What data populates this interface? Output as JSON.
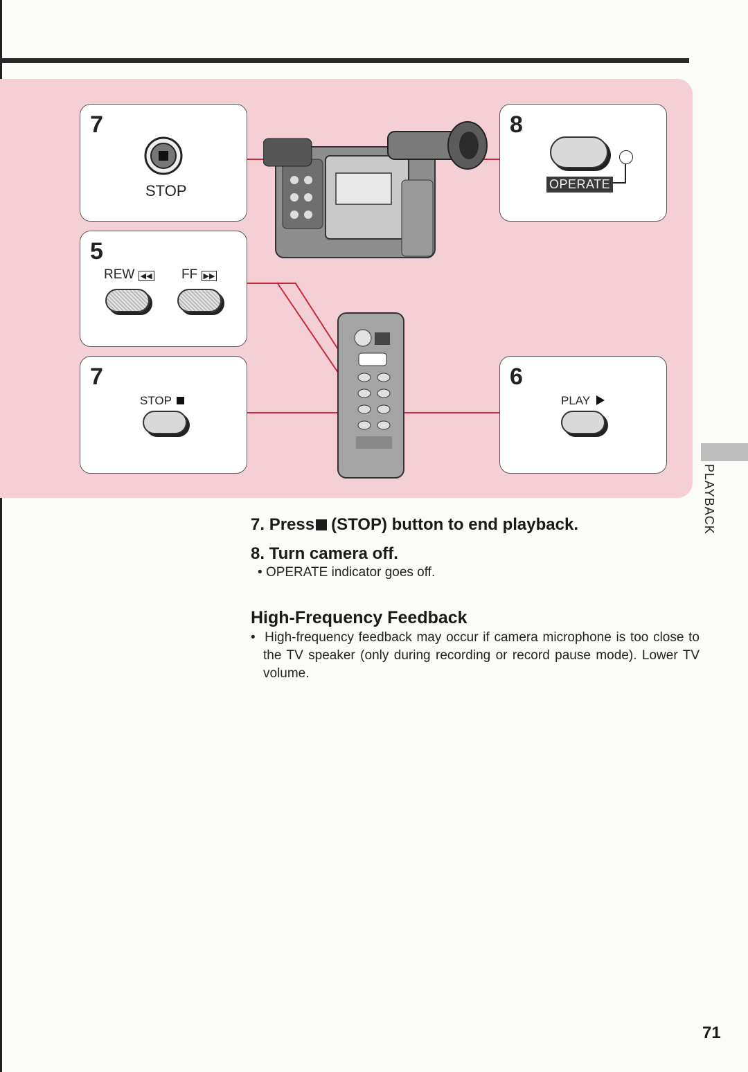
{
  "steps_panel": {
    "stop_top": {
      "number": "7",
      "label": "STOP"
    },
    "rew_ff": {
      "number": "5",
      "rew_label": "REW",
      "ff_label": "FF"
    },
    "stop_remote": {
      "number": "7",
      "label": "STOP"
    },
    "operate": {
      "number": "8",
      "indicator_label": "OPERATE"
    },
    "play": {
      "number": "6",
      "label": "PLAY"
    }
  },
  "instructions": {
    "step7_num": "7.",
    "step7_press": "Press",
    "step7_rest": "(STOP) button to end playback.",
    "step8": "8. Turn camera off.",
    "step8_bullet": "OPERATE indicator goes off."
  },
  "high_frequency": {
    "title": "High-Frequency Feedback",
    "bullet": "High-frequency feedback may occur if camera microphone is too close to the TV speaker (only during recording or record pause mode). Lower TV volume."
  },
  "side_tab_label": "PLAYBACK",
  "page_number": "71",
  "colors": {
    "panel": "#f4cfd6",
    "leader_line": "#c8283c"
  }
}
